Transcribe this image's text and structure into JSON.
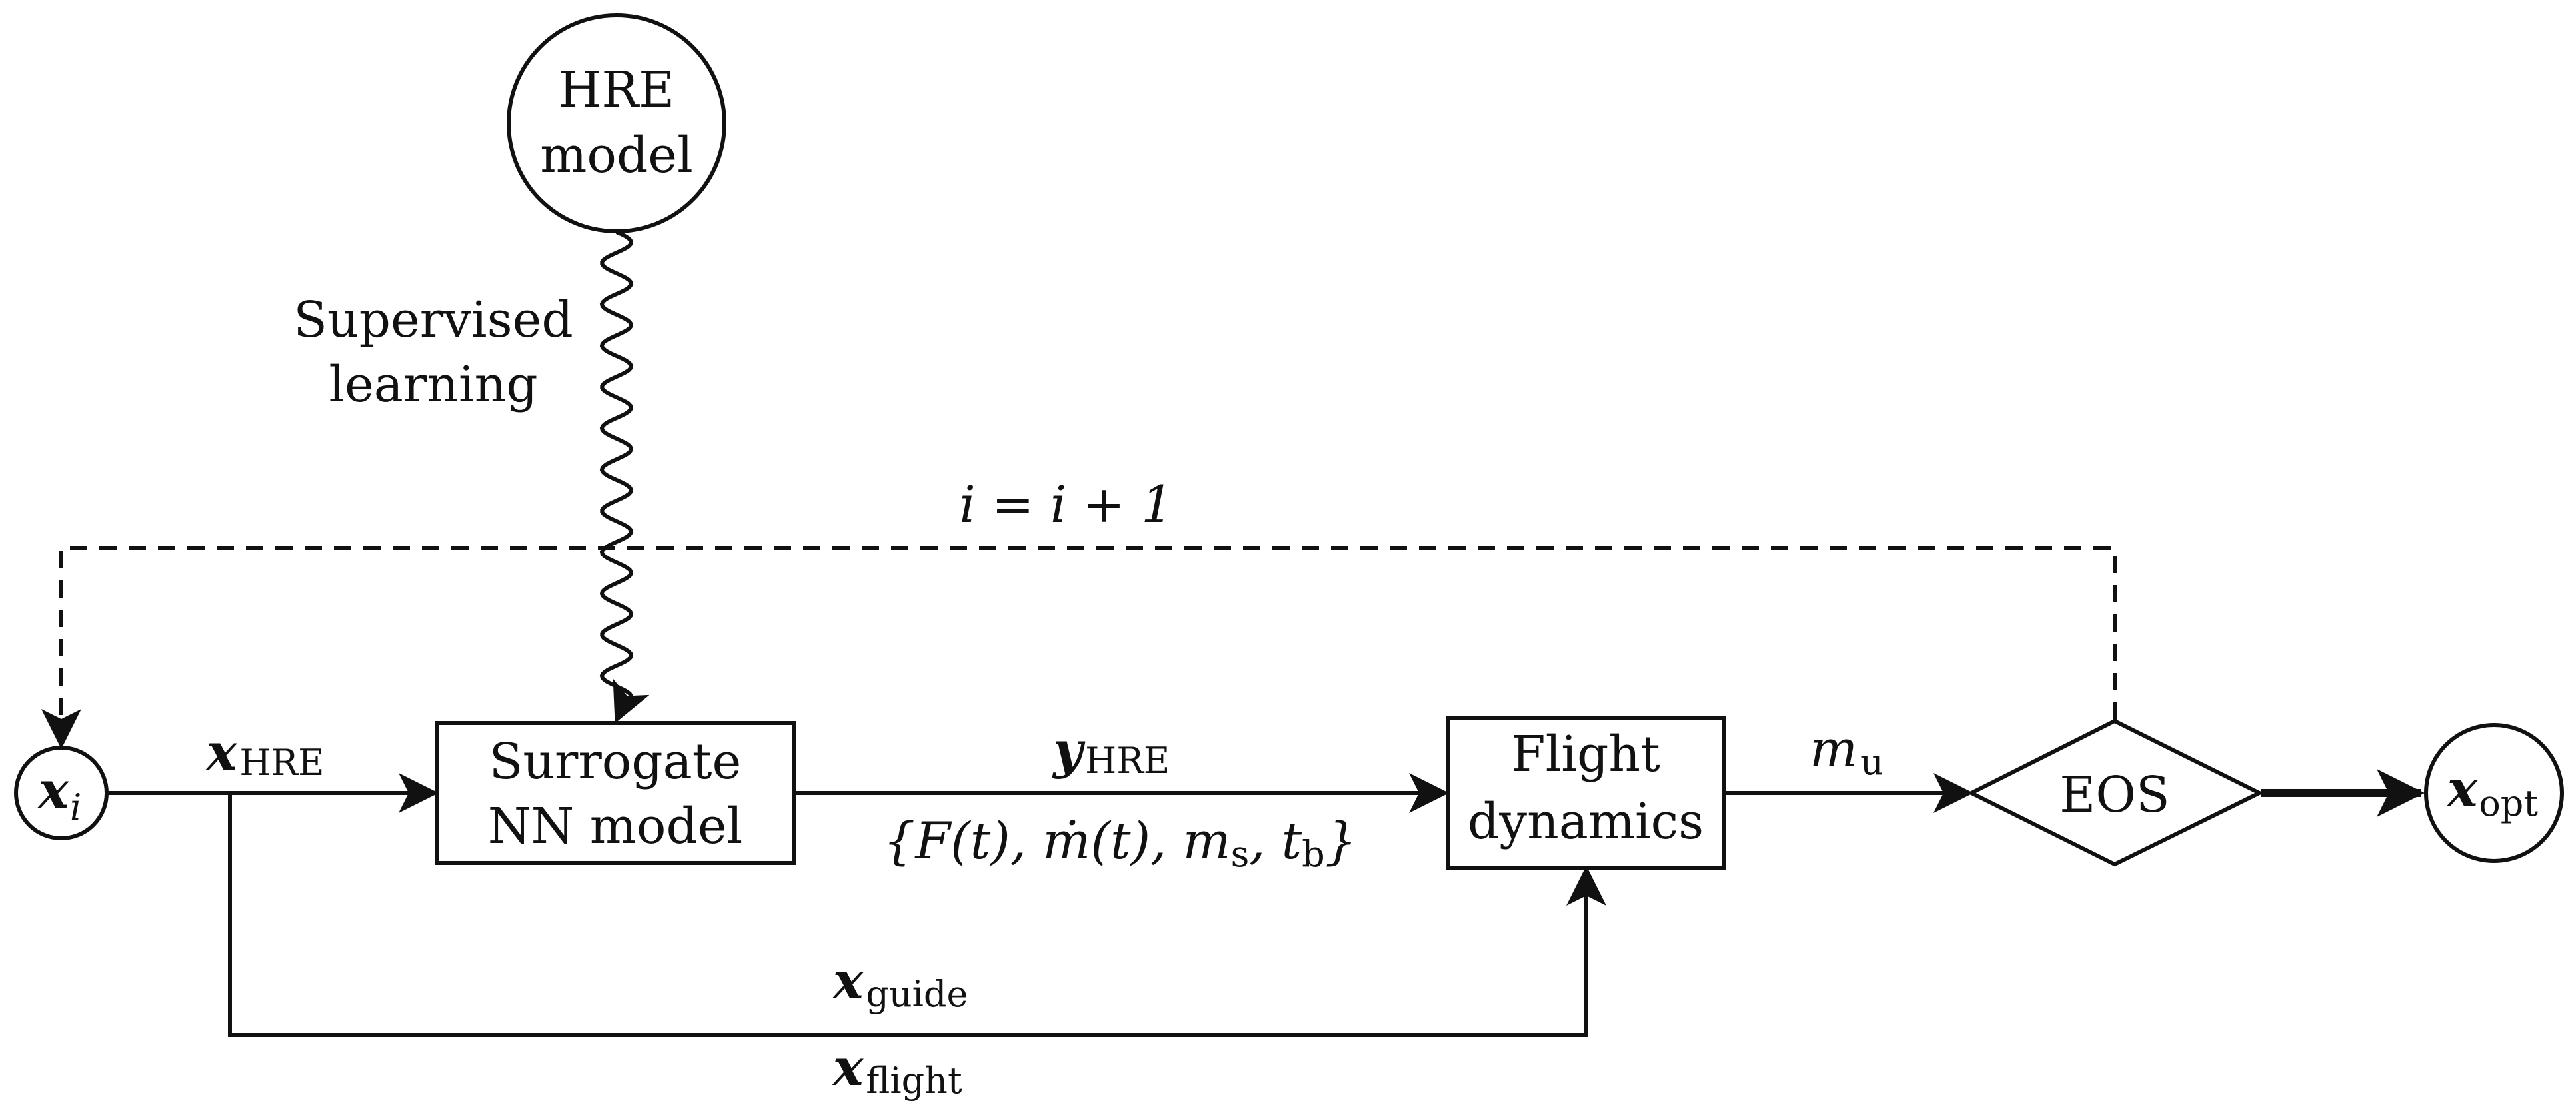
{
  "nodes": {
    "hre_model": {
      "line1": "HRE",
      "line2": "model"
    },
    "surrogate": {
      "line1": "Surrogate",
      "line2": "NN model"
    },
    "flight": {
      "line1": "Flight",
      "line2": "dynamics"
    },
    "eos": {
      "label": "EOS"
    },
    "x_i": {
      "base": "x",
      "sub": "i"
    },
    "x_opt": {
      "base": "x",
      "sub": "opt"
    }
  },
  "edges": {
    "supervised": {
      "line1": "Supervised",
      "line2": "learning"
    },
    "loop": {
      "label": "i = i + 1"
    },
    "x_hre": {
      "base": "x",
      "sub": "HRE"
    },
    "y_hre": {
      "base": "y",
      "sub": "HRE"
    },
    "y_hre_set": {
      "open": "{F(t), ",
      "mdot": "ṁ",
      "mid": "(t), m",
      "ms_sub": "s",
      "sep": ", t",
      "tb_sub": "b",
      "close": "}"
    },
    "m_u": {
      "base": "m",
      "sub": "u"
    },
    "x_guide": {
      "base": "x",
      "sub": "guide"
    },
    "x_flight": {
      "base": "x",
      "sub": "flight"
    }
  }
}
